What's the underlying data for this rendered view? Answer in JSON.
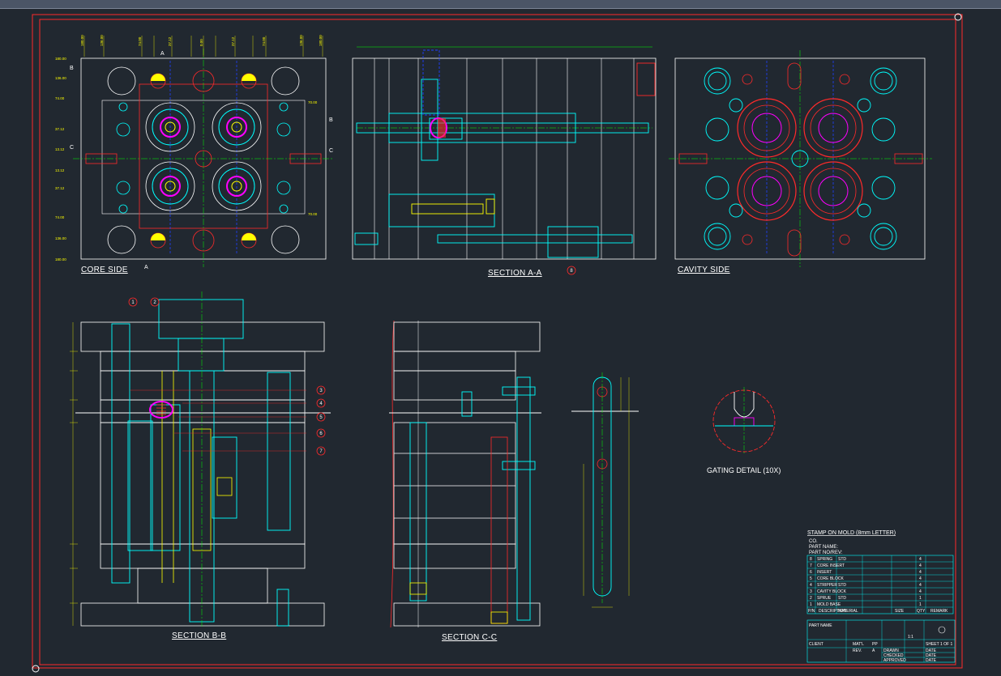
{
  "views": {
    "core_side": "CORE SIDE",
    "section_aa": "SECTION A-A",
    "cavity_side": "CAVITY SIDE",
    "section_bb": "SECTION B-B",
    "section_cc": "SECTION C-C",
    "gating_detail": "GATING DETAIL (10X)"
  },
  "section_markers": {
    "a": "A",
    "b": "B",
    "c": "C"
  },
  "balloons": [
    "1",
    "2",
    "3",
    "4",
    "5",
    "6",
    "7",
    "8"
  ],
  "stamp": {
    "title": "STAMP ON MOLD (8mm LETTER)",
    "lines": [
      "CO.",
      "PART NAME:",
      "PART NO/REV:"
    ]
  },
  "bom": {
    "headers": [
      "P/N",
      "DESCRIPTION",
      "MATERIAL",
      "SIZE",
      "QTY",
      "REMARK"
    ],
    "rows": [
      {
        "pn": "8",
        "desc": "SPRING",
        "mat": "STD",
        "size": "",
        "qty": "4",
        "remark": ""
      },
      {
        "pn": "7",
        "desc": "CORE INSERT",
        "mat": "",
        "size": "",
        "qty": "4",
        "remark": ""
      },
      {
        "pn": "6",
        "desc": "INSERT",
        "mat": "",
        "size": "",
        "qty": "4",
        "remark": ""
      },
      {
        "pn": "5",
        "desc": "CORE BLOCK",
        "mat": "",
        "size": "",
        "qty": "4",
        "remark": ""
      },
      {
        "pn": "4",
        "desc": "STRIPPER",
        "mat": "STD",
        "size": "",
        "qty": "4",
        "remark": ""
      },
      {
        "pn": "3",
        "desc": "CAVITY BLOCK",
        "mat": "",
        "size": "",
        "qty": "4",
        "remark": ""
      },
      {
        "pn": "2",
        "desc": "SPRUE",
        "mat": "STD",
        "size": "",
        "qty": "1",
        "remark": ""
      },
      {
        "pn": "1",
        "desc": "MOLD BASE",
        "mat": "",
        "size": "",
        "qty": "1",
        "remark": ""
      }
    ]
  },
  "title_block": {
    "part_name": "PART NAME",
    "matl": "MAT'L",
    "matl_val": "PP",
    "scale": "1:1",
    "sheet": "SHEET 1 OF 1",
    "client": "CLIENT",
    "rev": "REV.",
    "rev_val": "A",
    "drawn": "DRAWN",
    "checked": "CHECKED",
    "approved": "APPROVED",
    "date": "DATE"
  },
  "colors": {
    "background": "#212830",
    "border": "#ff2a2a",
    "outline": "#ffffff",
    "part": "#00ffff",
    "hole": "#ff2a2a",
    "dimension": "#ffff00",
    "centerline": "#00ff00",
    "insert": "#ff00ff",
    "hidden": "#2040ff"
  },
  "icons": [
    "corner-grip-icon",
    "section-arrow-icon",
    "balloon-icon"
  ]
}
